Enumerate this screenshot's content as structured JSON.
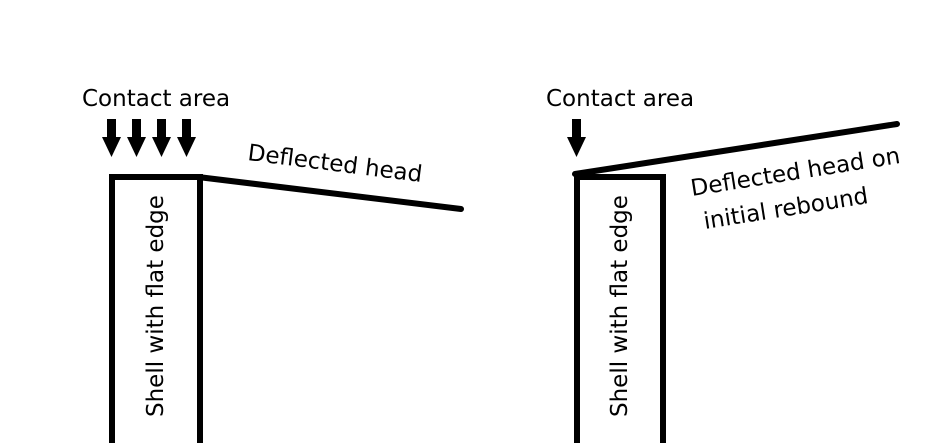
{
  "colors": {
    "ink": "#000000",
    "background": "#ffffff"
  },
  "left_panel": {
    "contact_label": "Contact area",
    "head_label": "Deflected head",
    "shell_label": "Shell with flat edge",
    "arrow_count": 4
  },
  "right_panel": {
    "contact_label": "Contact area",
    "head_label_line1": "Deflected head on",
    "head_label_line2": "initial rebound",
    "shell_label": "Shell with flat edge",
    "arrow_count": 1
  }
}
